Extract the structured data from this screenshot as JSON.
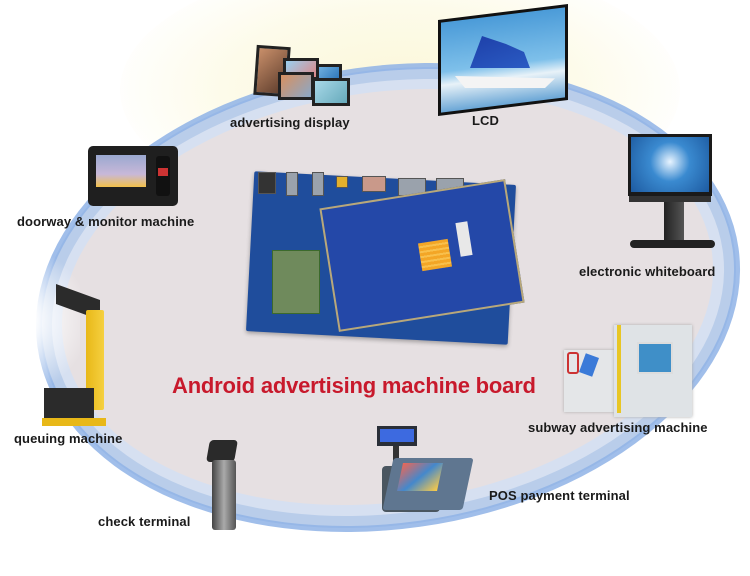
{
  "title": "Android advertising machine board",
  "center": {
    "label": "Android advertising machine board",
    "image": "pcb-board"
  },
  "applications": [
    {
      "id": "advertising-display",
      "label": "advertising display"
    },
    {
      "id": "lcd",
      "label": "LCD"
    },
    {
      "id": "electronic-whiteboard",
      "label": "electronic whiteboard"
    },
    {
      "id": "subway-advertising-machine",
      "label": "subway advertising machine"
    },
    {
      "id": "pos-payment-terminal",
      "label": "POS payment terminal"
    },
    {
      "id": "check-terminal",
      "label": "check terminal"
    },
    {
      "id": "queuing-machine",
      "label": "queuing machine"
    },
    {
      "id": "doorway-monitor-machine",
      "label": "doorway & monitor machine"
    }
  ],
  "colors": {
    "title": "#c8192c",
    "ring": "#8fb3e6",
    "disc": "#e6e0e2",
    "label": "#1a1a1a"
  }
}
